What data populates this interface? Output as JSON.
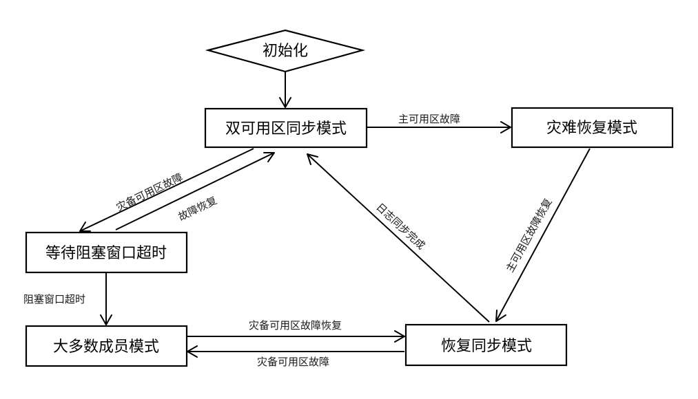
{
  "nodes": {
    "init": "初始化",
    "dual_az_sync": "双可用区同步模式",
    "disaster_recovery": "灾难恢复模式",
    "wait_block_timeout": "等待阻塞窗口超时",
    "majority_member": "大多数成员模式",
    "recovery_sync": "恢复同步模式"
  },
  "edges": {
    "primary_az_fault": "主可用区故障",
    "standby_az_fault_top": "灾备可用区故障",
    "fault_recovered": "故障恢复",
    "log_sync_done": "日志同步完成",
    "primary_az_fault_recovered": "主可用区故障恢复",
    "block_window_timeout": "阻塞窗口超时",
    "standby_az_fault_recovered": "灾备可用区故障恢复",
    "standby_az_fault_bottom": "灾备可用区故障"
  }
}
